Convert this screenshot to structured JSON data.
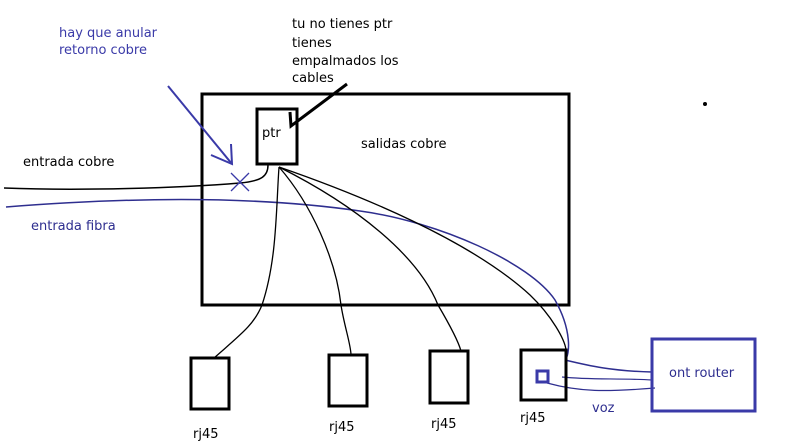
{
  "colors": {
    "ink": "#000000",
    "fiber": "#2e2e8f",
    "annotation": "#3a3aa8"
  },
  "labels": {
    "note_retorno": [
      "hay que anular",
      "retorno cobre"
    ],
    "note_ptr": [
      "tu no tienes ptr",
      "tienes",
      "empalmados los",
      "cables"
    ],
    "ptr": "ptr",
    "salidas_cobre": "salidas cobre",
    "entrada_cobre": "entrada cobre",
    "entrada_fibra": "entrada fibra",
    "ont_router": "ont router",
    "voz": "voz"
  },
  "ports": [
    {
      "label": "rj45"
    },
    {
      "label": "rj45"
    },
    {
      "label": "rj45"
    },
    {
      "label": "rj45"
    }
  ]
}
